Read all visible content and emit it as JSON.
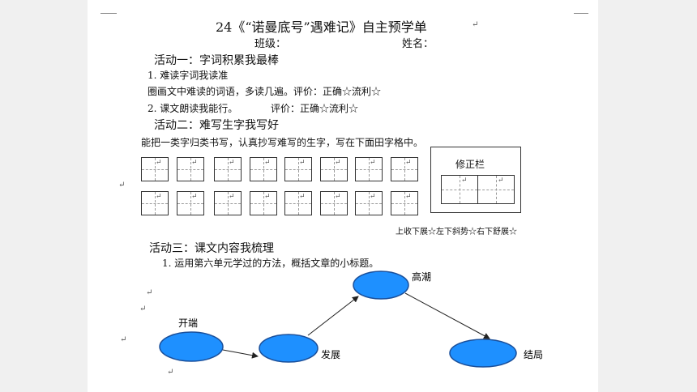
{
  "document": {
    "title": "24《“诺曼底号”遇难记》自主预学单",
    "class_label": "班级：",
    "name_label": "姓名：",
    "paragraph_mark": "↵"
  },
  "activity1": {
    "heading": "活动一：字词积累我最棒",
    "item1": "1. 难读字词我读准",
    "item1_detail": "圈画文中难读的词语，多读几遍。评价：正确☆流利☆",
    "item2": "2. 课文朗读我能行。",
    "item2_eval": "评价：正确☆流利☆"
  },
  "activity2": {
    "heading": "活动二：难写生字我写好",
    "instruction": "能把一类字归类书写，认真抄写难写的生字，写在下面田字格中。",
    "correction_label": "修正栏",
    "hint": "上收下展☆左下斜势☆右下舒展☆"
  },
  "activity3": {
    "heading": "活动三：课文内容我梳理",
    "item1": "1. 运用第六单元学过的方法，概括文章的小标题。"
  },
  "plot_diagram": {
    "node_color": "#1e90ff",
    "nodes": [
      {
        "label": "开端"
      },
      {
        "label": "发展"
      },
      {
        "label": "高潮"
      },
      {
        "label": "结局"
      }
    ]
  }
}
